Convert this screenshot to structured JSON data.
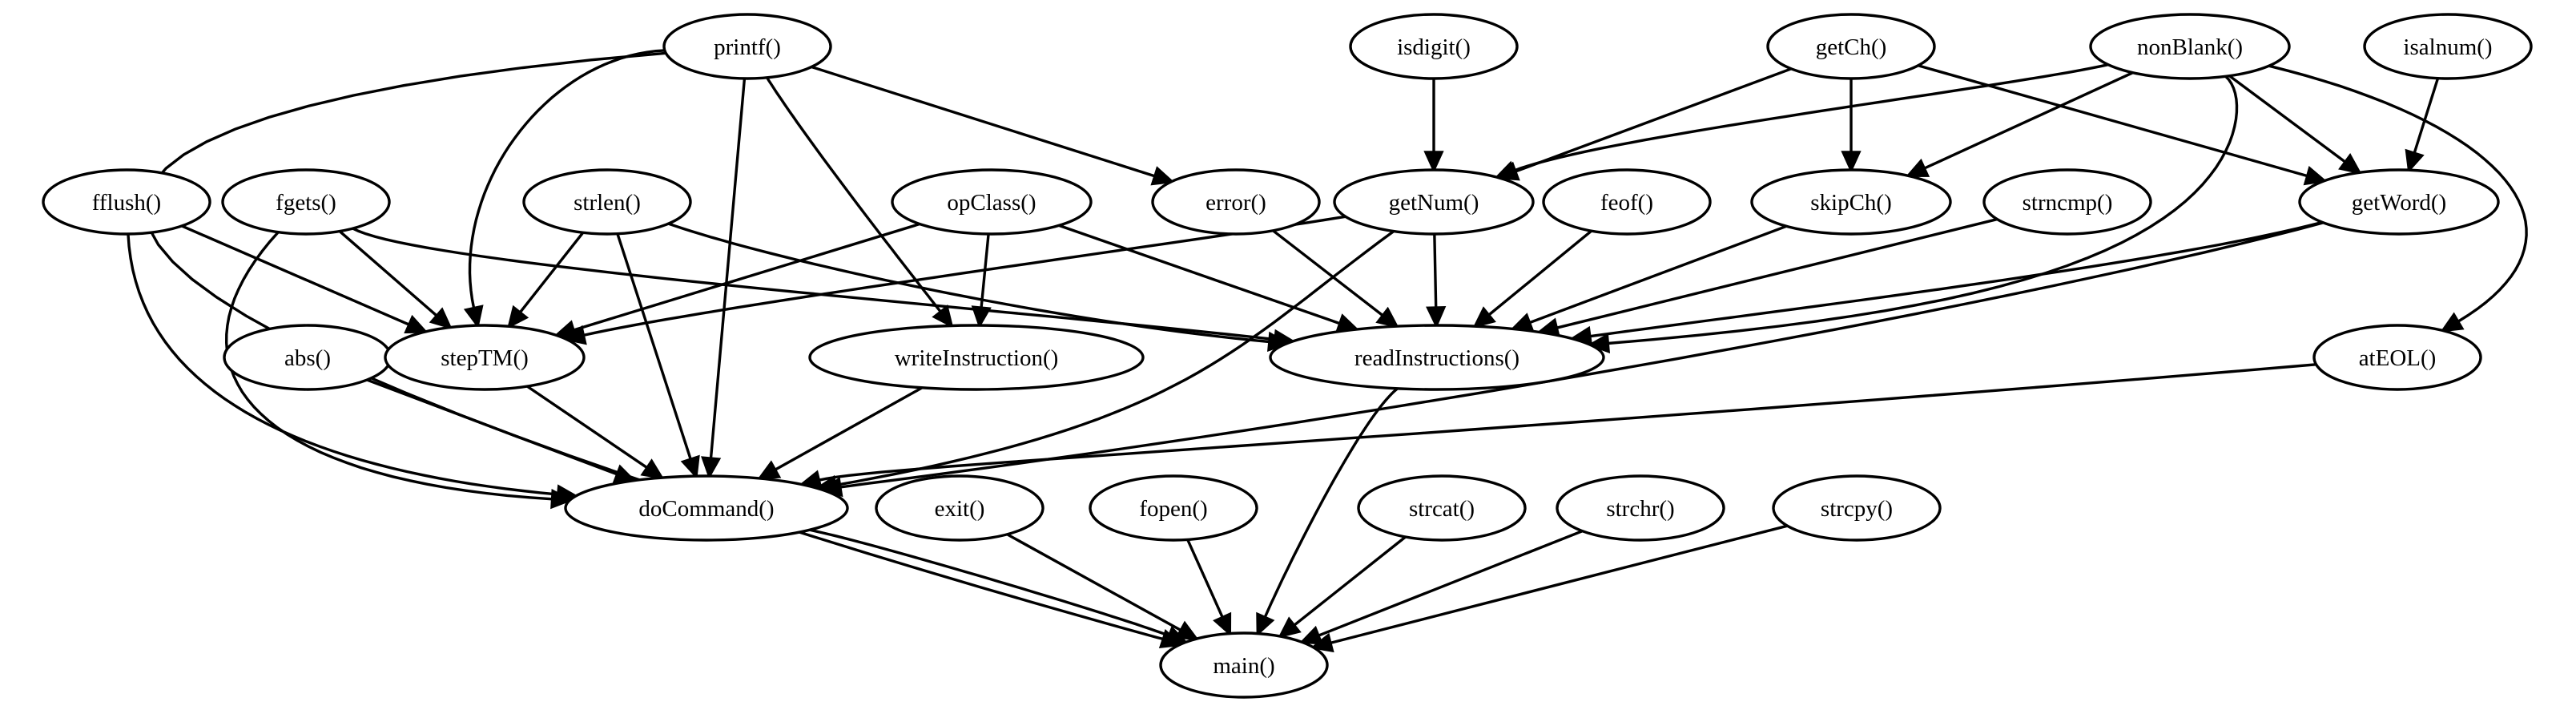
{
  "graph": {
    "nodes": {
      "printf": "printf()",
      "isdigit": "isdigit()",
      "getCh": "getCh()",
      "nonBlank": "nonBlank()",
      "isalnum": "isalnum()",
      "fflush": "fflush()",
      "fgets": "fgets()",
      "strlen": "strlen()",
      "opClass": "opClass()",
      "error": "error()",
      "getNum": "getNum()",
      "feof": "feof()",
      "skipCh": "skipCh()",
      "strncmp": "strncmp()",
      "getWord": "getWord()",
      "abs": "abs()",
      "stepTM": "stepTM()",
      "writeInstruction": "writeInstruction()",
      "readInstructions": "readInstructions()",
      "atEOL": "atEOL()",
      "doCommand": "doCommand()",
      "exit": "exit()",
      "fopen": "fopen()",
      "strcat": "strcat()",
      "strchr": "strchr()",
      "strcpy": "strcpy()",
      "main": "main()"
    },
    "edges": [
      [
        "printf",
        "error"
      ],
      [
        "printf",
        "stepTM"
      ],
      [
        "printf",
        "writeInstruction"
      ],
      [
        "printf",
        "doCommand"
      ],
      [
        "printf",
        "main"
      ],
      [
        "isdigit",
        "getNum"
      ],
      [
        "getCh",
        "getNum"
      ],
      [
        "getCh",
        "skipCh"
      ],
      [
        "getCh",
        "getWord"
      ],
      [
        "nonBlank",
        "getNum"
      ],
      [
        "nonBlank",
        "skipCh"
      ],
      [
        "nonBlank",
        "getWord"
      ],
      [
        "nonBlank",
        "readInstructions"
      ],
      [
        "nonBlank",
        "atEOL"
      ],
      [
        "isalnum",
        "getWord"
      ],
      [
        "fflush",
        "stepTM"
      ],
      [
        "fflush",
        "doCommand"
      ],
      [
        "fgets",
        "stepTM"
      ],
      [
        "fgets",
        "readInstructions"
      ],
      [
        "fgets",
        "doCommand"
      ],
      [
        "strlen",
        "stepTM"
      ],
      [
        "strlen",
        "readInstructions"
      ],
      [
        "strlen",
        "doCommand"
      ],
      [
        "opClass",
        "stepTM"
      ],
      [
        "opClass",
        "writeInstruction"
      ],
      [
        "opClass",
        "readInstructions"
      ],
      [
        "error",
        "readInstructions"
      ],
      [
        "getNum",
        "stepTM"
      ],
      [
        "getNum",
        "readInstructions"
      ],
      [
        "getNum",
        "doCommand"
      ],
      [
        "feof",
        "readInstructions"
      ],
      [
        "skipCh",
        "readInstructions"
      ],
      [
        "strncmp",
        "readInstructions"
      ],
      [
        "getWord",
        "readInstructions"
      ],
      [
        "getWord",
        "doCommand"
      ],
      [
        "abs",
        "doCommand"
      ],
      [
        "stepTM",
        "doCommand"
      ],
      [
        "writeInstruction",
        "doCommand"
      ],
      [
        "readInstructions",
        "main"
      ],
      [
        "atEOL",
        "doCommand"
      ],
      [
        "doCommand",
        "main"
      ],
      [
        "exit",
        "main"
      ],
      [
        "fopen",
        "main"
      ],
      [
        "strcat",
        "main"
      ],
      [
        "strchr",
        "main"
      ],
      [
        "strcpy",
        "main"
      ]
    ]
  },
  "colors": {
    "stroke": "#000000",
    "fill": "#ffffff",
    "text": "#000000"
  }
}
